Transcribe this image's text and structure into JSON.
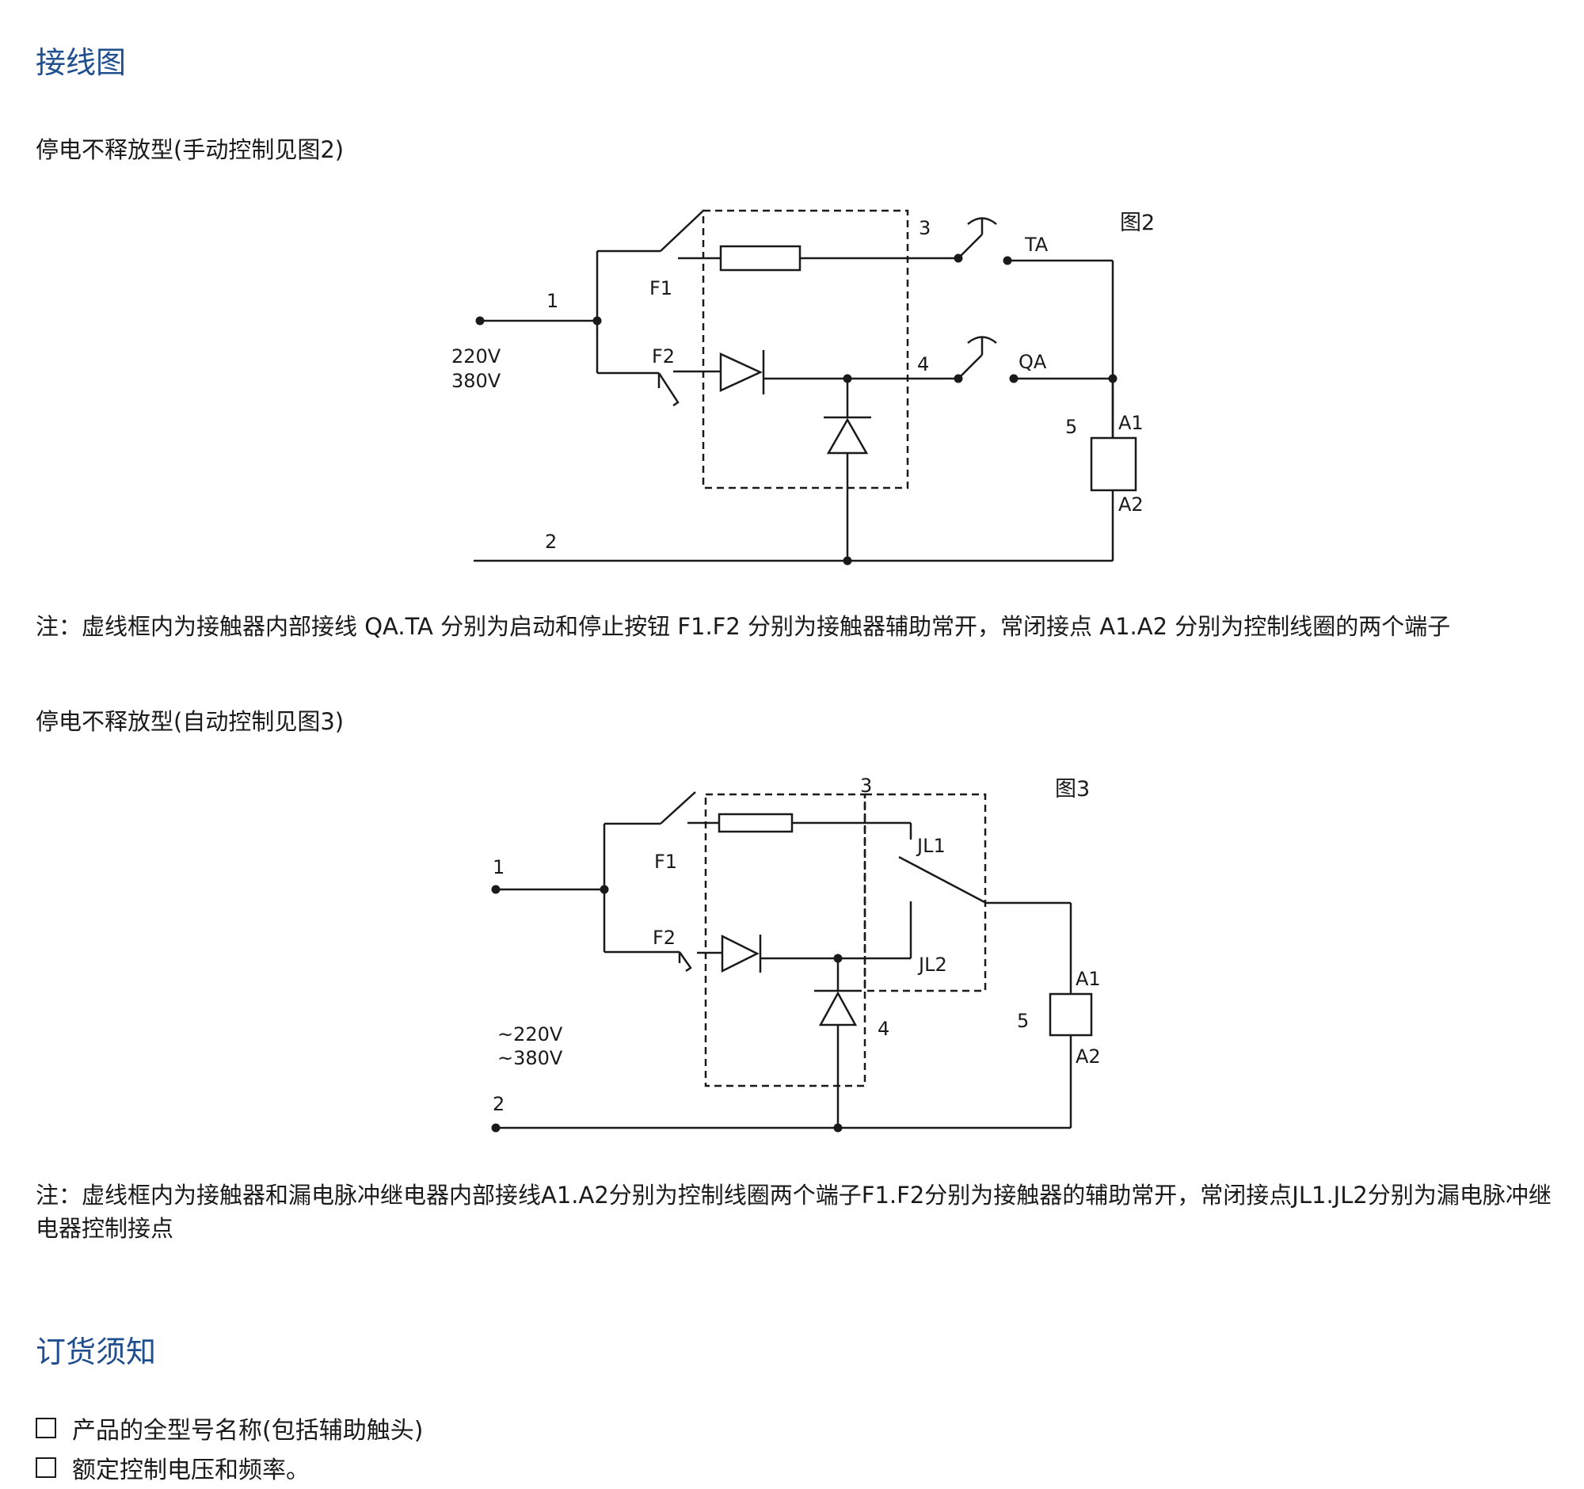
{
  "section_wiring": {
    "title": "接线图"
  },
  "diagram1": {
    "subtitle": "停电不释放型(手动控制见图2)",
    "figure_label": "图2",
    "labels": {
      "node1": "1",
      "node2": "2",
      "node3": "3",
      "node4": "4",
      "node5": "5",
      "voltage1": "220V",
      "voltage2": "380V",
      "f1": "F1",
      "f2": "F2",
      "ta": "TA",
      "qa": "QA",
      "a1": "A1",
      "a2": "A2"
    },
    "note": "注：虚线框内为接触器内部接线  QA.TA  分别为启动和停止按钮 F1.F2 分别为接触器辅助常开，常闭接点 A1.A2 分别为控制线圈的两个端子"
  },
  "diagram2": {
    "subtitle": "停电不释放型(自动控制见图3)",
    "figure_label": "图3",
    "labels": {
      "node1": "1",
      "node2": "2",
      "node3": "3",
      "node4": "4",
      "node5": "5",
      "voltage1": "~220V",
      "voltage2": "~380V",
      "f1": "F1",
      "f2": "F2",
      "jl1": "JL1",
      "jl2": "JL2",
      "a1": "A1",
      "a2": "A2"
    },
    "note": "注：虚线框内为接触器和漏电脉冲继电器内部接线A1.A2分别为控制线圈两个端子F1.F2分别为接触器的辅助常开，常闭接点JL1.JL2分别为漏电脉冲继电器控制接点"
  },
  "section_order": {
    "title": "订货须知",
    "items": [
      "产品的全型号名称(包括辅助触头)",
      "额定控制电压和频率。"
    ]
  }
}
